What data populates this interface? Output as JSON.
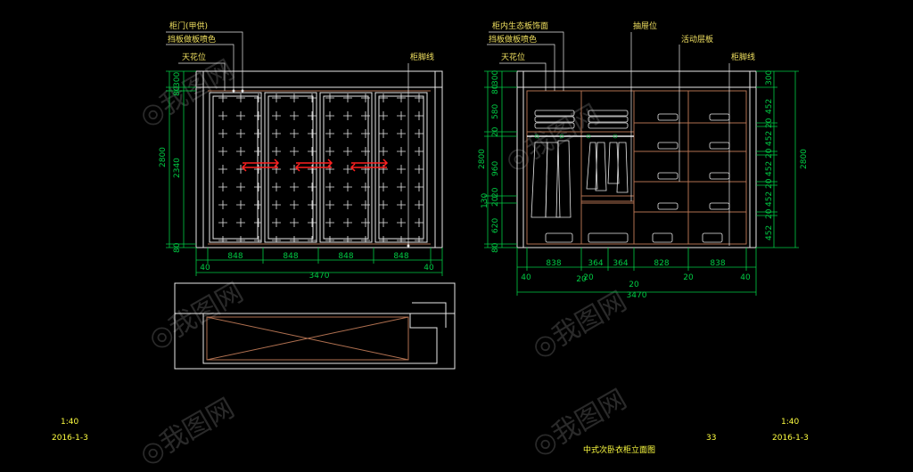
{
  "drawing": {
    "title": "中式次卧衣柜立面图",
    "sheet_number": "33",
    "left_scale": "1:40",
    "left_date": "2016-1-3",
    "right_scale": "1:40",
    "right_date": "2016-1-3"
  },
  "left_view": {
    "labels": {
      "door": "柜门(甲供)",
      "baffle": "挡板做板喷色",
      "ceiling": "天花位",
      "skirting": "柜脚线"
    },
    "dims_vertical": [
      "300",
      "80",
      "2340",
      "2800",
      "80"
    ],
    "dims_bottom": [
      "40",
      "848",
      "848",
      "848",
      "848",
      "40"
    ],
    "total_width": "3470"
  },
  "right_view": {
    "labels": {
      "interior": "柜内生态板饰面",
      "baffle": "挡板做板喷色",
      "ceiling": "天花位",
      "rail": "抽屉位",
      "shelf": "活动层板",
      "skirting": "柜脚线"
    },
    "dims_left": [
      "300",
      "80",
      "580",
      "20",
      "960",
      "20",
      "130",
      "20",
      "620",
      "80",
      "2800"
    ],
    "dims_right": [
      "300",
      "452",
      "20",
      "452",
      "20",
      "452",
      "20",
      "452",
      "20",
      "452",
      "2800"
    ],
    "dims_bottom": [
      "838",
      "364",
      "364",
      "828",
      "838"
    ],
    "dims_bottom_small": [
      "40",
      "20",
      "20",
      "20",
      "40",
      "20"
    ],
    "total_width": "3470"
  },
  "colors": {
    "line": "#e8e8e8",
    "dim": "#00cc44",
    "label": "#f0e060",
    "brown": "#b07050",
    "red": "#ff2020"
  }
}
